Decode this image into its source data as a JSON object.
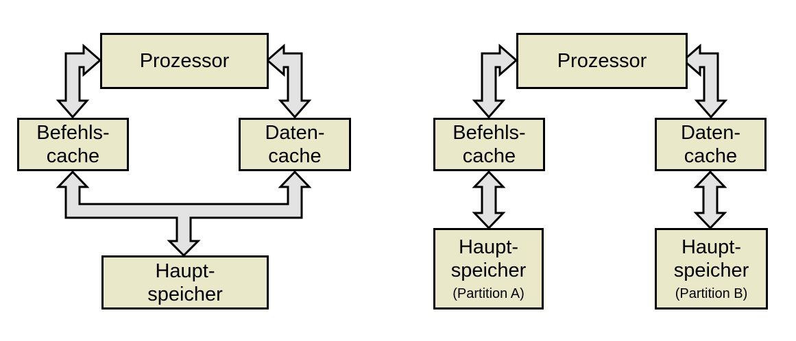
{
  "colors": {
    "page_bg": "#ffffff",
    "box_fill": "#e9e8c8",
    "box_border": "#000000",
    "arrow_fill": "#e3e3e3",
    "arrow_border": "#000000",
    "text_color": "#000000"
  },
  "left_diagram": {
    "processor": {
      "label": "Prozessor"
    },
    "instruction_cache": {
      "line1": "Befehls-",
      "line2": "cache"
    },
    "data_cache": {
      "line1": "Daten-",
      "line2": "cache"
    },
    "main_memory": {
      "line1": "Haupt-",
      "line2": "speicher"
    }
  },
  "right_diagram": {
    "processor": {
      "label": "Prozessor"
    },
    "instruction_cache": {
      "line1": "Befehls-",
      "line2": "cache"
    },
    "data_cache": {
      "line1": "Daten-",
      "line2": "cache"
    },
    "main_memory_a": {
      "line1": "Haupt-",
      "line2": "speicher",
      "note": "(Partition A)"
    },
    "main_memory_b": {
      "line1": "Haupt-",
      "line2": "speicher",
      "note": "(Partition B)"
    }
  }
}
